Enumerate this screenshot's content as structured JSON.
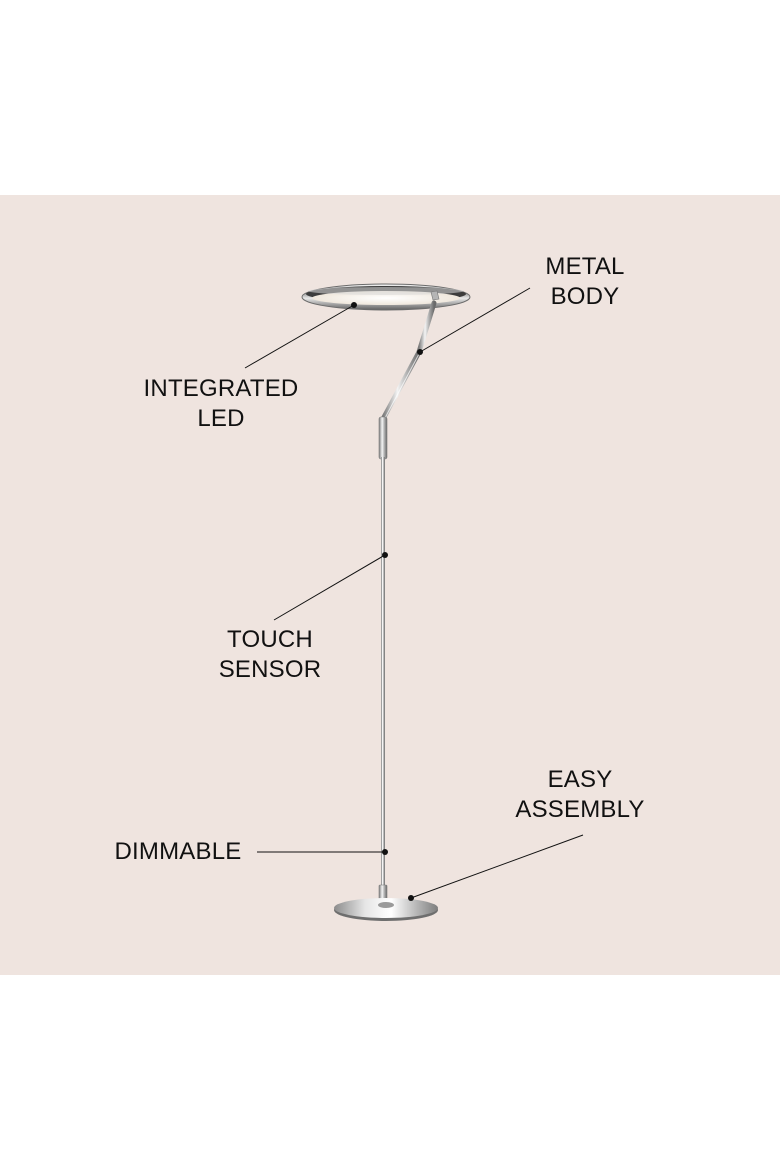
{
  "colors": {
    "background": "#efe4df",
    "text": "#111111",
    "chrome_light": "#f2f2f2",
    "chrome_dark": "#6f6f6f",
    "led_glow": "#f6efe6"
  },
  "callouts": {
    "metal_body": {
      "line1": "METAL",
      "line2": "BODY"
    },
    "integrated_led": {
      "line1": "INTEGRATED",
      "line2": "LED"
    },
    "touch_sensor": {
      "line1": "TOUCH",
      "line2": "SENSOR"
    },
    "dimmable": {
      "line1": "DIMMABLE"
    },
    "easy_assembly": {
      "line1": "EASY",
      "line2": "ASSEMBLY"
    }
  }
}
